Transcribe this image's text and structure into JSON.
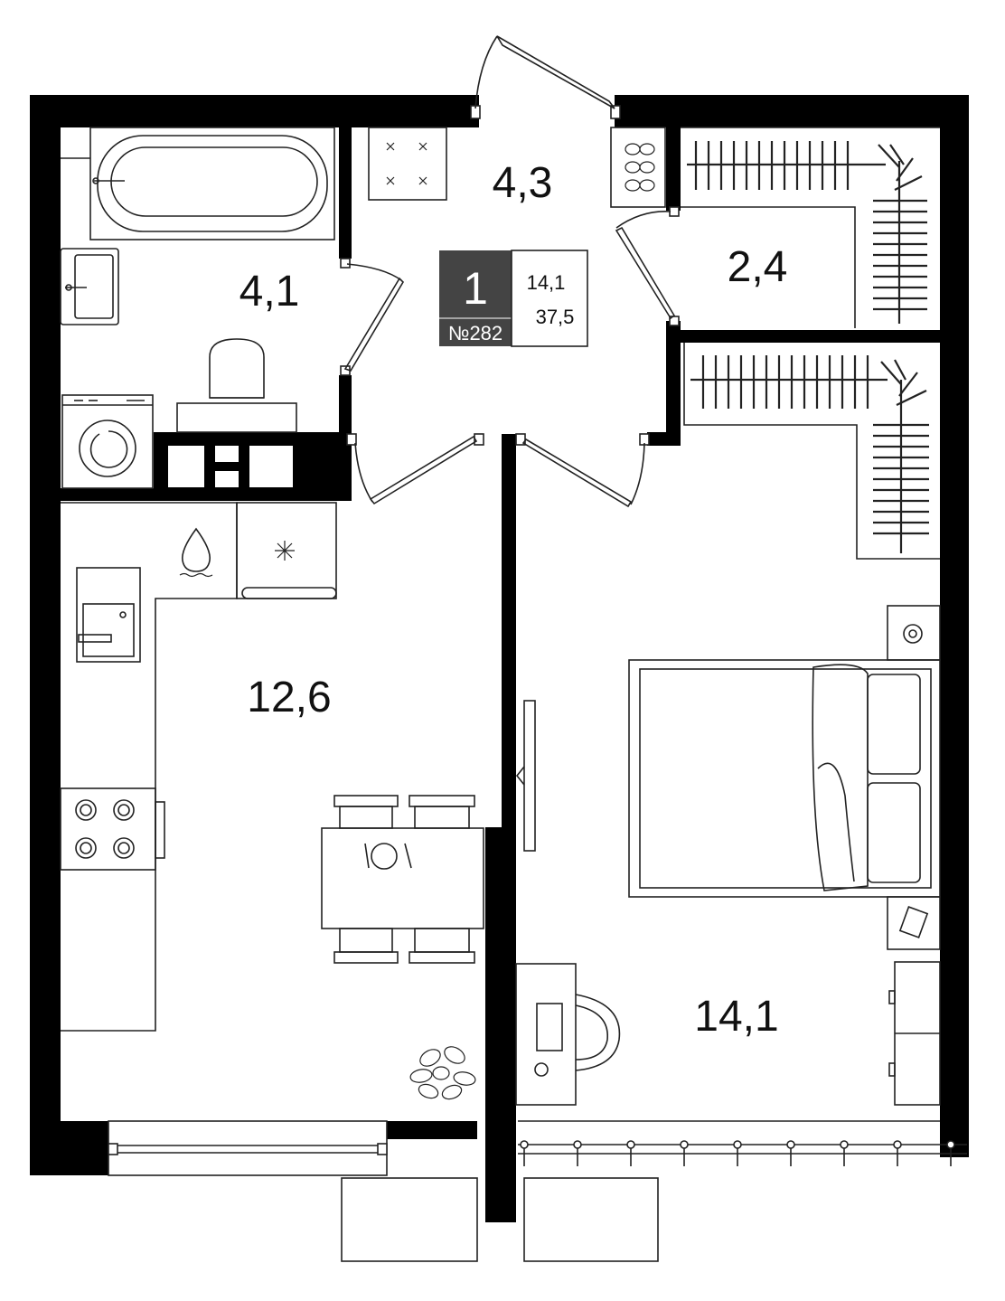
{
  "apartment": {
    "rooms_count": "1",
    "number": "№282",
    "living_area": "14,1",
    "total_area": "37,5"
  },
  "rooms": {
    "hall": "4,3",
    "bathroom": "4,1",
    "wardrobe": "2,4",
    "kitchen": "12,6",
    "bedroom": "14,1"
  },
  "colors": {
    "walls": "#000000",
    "badge": "#444444",
    "lines": "#222222"
  }
}
